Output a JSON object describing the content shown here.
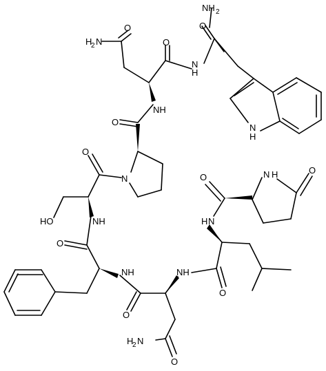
{
  "structure": {
    "labels": {
      "nh2_trp": "NH",
      "nh2_trp_sub": "2",
      "o_trp_amide": "O",
      "nh2_asn1": "H",
      "nh2_asn1_n": "N",
      "nh2_asn1_sub": "2",
      "o_asn1_side": "O",
      "o_asn1_bb": "O",
      "nh_trp": "H",
      "nh_trp_n": "N",
      "nh_asn1": "NH",
      "o_pro": "O",
      "n_indole": "N",
      "h_indole": "H",
      "o_ser_co": "O",
      "n_pro": "N",
      "o_pyroglu": "O",
      "nh_pyroglu_n": "N",
      "nh_pyroglu_h": "H",
      "o_pyroglu_co": "O",
      "ho_ser": "HO",
      "nh_ser": "NH",
      "nh_leu": "N",
      "nh_leu_h": "H",
      "o_phe": "O",
      "nh_phe": "NH",
      "nh_asn2": "NH",
      "o_leu": "O",
      "o_asn2_bb": "O",
      "nh2_asn2": "H",
      "nh2_asn2_n": "N",
      "nh2_asn2_sub": "2",
      "o_asn2_side": "O"
    }
  }
}
